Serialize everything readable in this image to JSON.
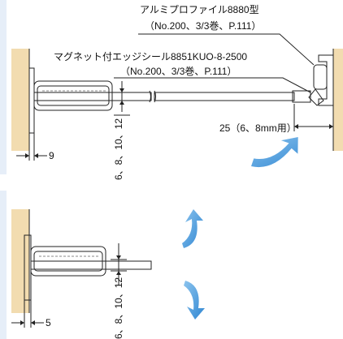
{
  "top_figure": {
    "profile_label": "アルミプロファイル8880型",
    "profile_ref": "（No.200、3/3巻、P.111）",
    "seal_label": "マグネット付エッジシール8851KUO-8-2500",
    "seal_ref": "（No.200、3/3巻、P.111）",
    "dim_9": "9",
    "dim_thickness": "6、8、10、12",
    "dim_25": "25（6、8mm用）"
  },
  "bottom_figure": {
    "dim_5": "5",
    "dim_thickness": "6、8、10、12"
  },
  "colors": {
    "wall_tan": "#f2dcb0",
    "frame_blue": "#e6eef8",
    "glass_blue": "#cfe6f5",
    "arrow_blue": "#3d8fd6",
    "pad_white": "#ffffff"
  }
}
